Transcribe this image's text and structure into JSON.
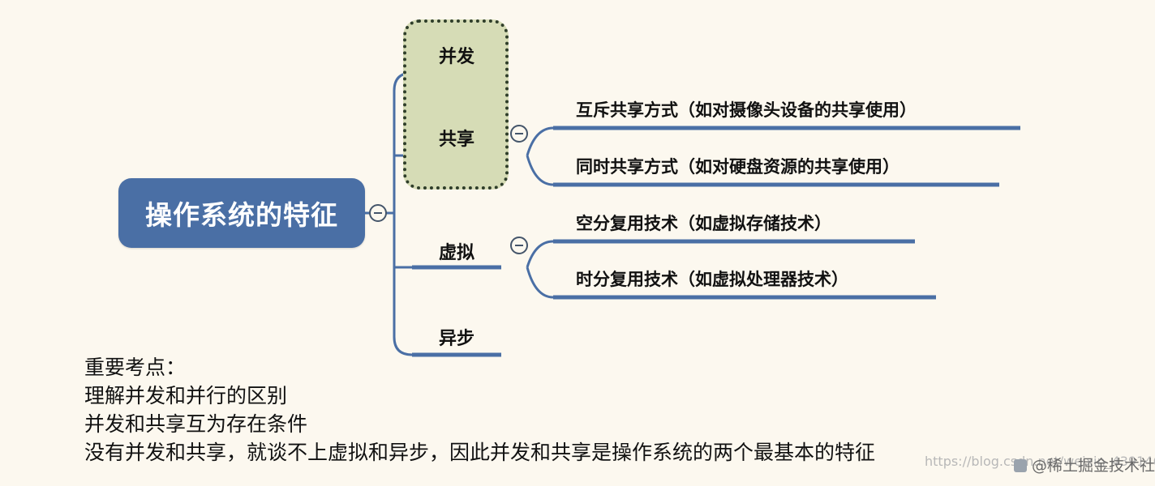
{
  "root": {
    "label": "操作系统的特征"
  },
  "branches": [
    {
      "label": "并发"
    },
    {
      "label": "共享"
    },
    {
      "label": "虚拟"
    },
    {
      "label": "异步"
    }
  ],
  "sharing_children": [
    {
      "label": "互斥共享方式（如对摄像头设备的共享使用）"
    },
    {
      "label": "同时共享方式（如对硬盘资源的共享使用）"
    }
  ],
  "virtual_children": [
    {
      "label": "空分复用技术（如虚拟存储技术）"
    },
    {
      "label": "时分复用技术（如虚拟处理器技术）"
    }
  ],
  "notes": [
    "重要考点：",
    "理解并发和并行的区别",
    "并发和共享互为存在条件",
    "没有并发和共享，就谈不上虚拟和异步，因此并发和共享是操作系统的两个最基本的特征"
  ],
  "watermark": "https://blog.csdn.net/weixin_43914604",
  "brand": "@稀土掘金技术社区",
  "colors": {
    "root_fill": "#4a6fa5",
    "branch_line": "#4a6fa5",
    "highlight_fill": "#d6dcb6",
    "background": "#fcf8ef"
  }
}
